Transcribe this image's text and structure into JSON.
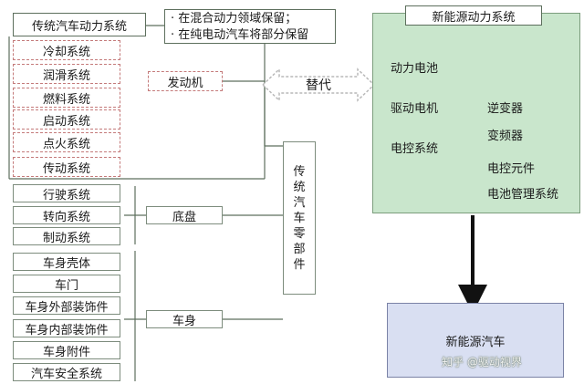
{
  "traditional_title": "传统汽车动力系统",
  "engine_systems": [
    "冷却系统",
    "润滑系统",
    "燃料系统",
    "启动系统",
    "点火系统",
    "传动系统"
  ],
  "chassis_systems": [
    "行驶系统",
    "转向系统",
    "制动系统"
  ],
  "body_systems": [
    "车身壳体",
    "车门",
    "车身外部装饰件",
    "车身内部装饰件",
    "车身附件",
    "汽车安全系统"
  ],
  "engine_label": "发动机",
  "engine_notes": [
    "· 在混合动力领域保留；",
    "· 在纯电动汽车将部分保留"
  ],
  "replace_label": "替代",
  "chassis_label": "底盘",
  "body_label": "车身",
  "parts_vertical": "传统汽车零部件",
  "nev_title": "新能源动力系统",
  "nev_items": {
    "battery": "动力电池",
    "motor": "驱动电机",
    "control": "电控系统"
  },
  "control_subitems": [
    "逆变器",
    "变频器",
    "电控元件",
    "电池管理系统"
  ],
  "nev_car_label": "新能源汽车",
  "watermark": "知乎 @驱动视界",
  "colors": {
    "nev_fill": "#c9e6cc",
    "car_fill": "#d9dff2",
    "dash_border": "#c47a7a",
    "line": "#5d6f5d"
  }
}
